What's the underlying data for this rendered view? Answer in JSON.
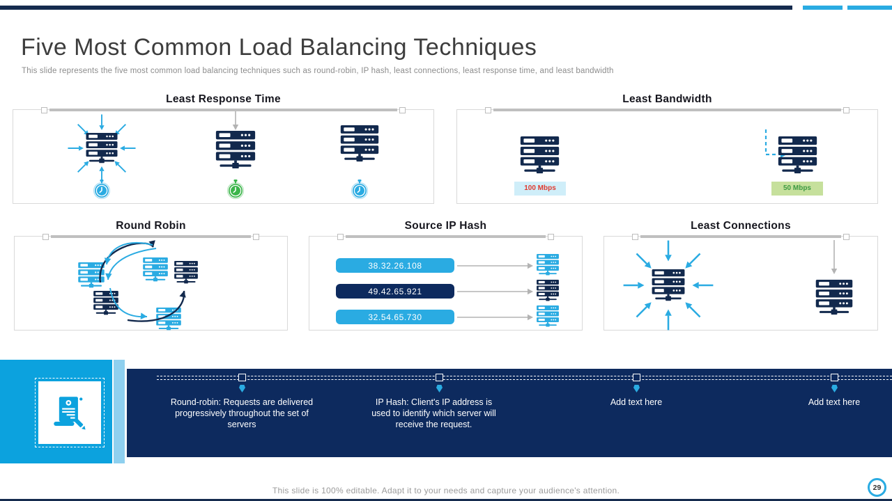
{
  "slide": {
    "title": "Five Most Common Load Balancing Techniques",
    "subtitle": "This slide represents the five most common load balancing techniques such as round-robin, IP hash, least connections, least response time, and least bandwidth",
    "footer": "This slide is 100% editable. Adapt it to your needs and capture your audience's attention.",
    "page_number": "29"
  },
  "colors": {
    "navy": "#12294d",
    "cyan": "#2aabe2",
    "green": "#3bb54a",
    "band_navy": "#0d2a5e",
    "block_cyan": "#0ca2de",
    "strip_blue": "#8fd0ef",
    "topbar_navy": "#152b4e",
    "red": "#e03a2f",
    "green_text": "#3d9a43",
    "label_cyan_bg": "#cfeef9",
    "label_green_bg": "#c6e09c",
    "gray": "#b3b3b3",
    "deco_gray": "#bfbfbf",
    "panel_border": "#d9d9d9",
    "title_color": "#3d3d3d",
    "subtitle_color": "#8c8c8c",
    "panel_title_color": "#16161e",
    "footer_color": "#9b9b9b"
  },
  "icons": [
    "server-icon",
    "stopwatch-icon",
    "converging-arrows-icon",
    "down-arrow-icon",
    "dashed-elbow-arrow-icon",
    "curved-arrows-icon",
    "right-arrow-icon",
    "document-pen-icon",
    "timeline-pin-icon"
  ],
  "panels": {
    "least_response_time": {
      "title": "Least Response Time"
    },
    "least_bandwidth": {
      "title": "Least Bandwidth",
      "label_left": "100 Mbps",
      "label_right": "50 Mbps"
    },
    "round_robin": {
      "title": "Round Robin"
    },
    "source_ip_hash": {
      "title": "Source IP Hash",
      "ips": [
        "38.32.26.108",
        "49.42.65.921",
        "32.54.65.730"
      ]
    },
    "least_connections": {
      "title": "Least Connections"
    }
  },
  "callouts": [
    {
      "text": "Round-robin: Requests are delivered progressively throughout the set of servers"
    },
    {
      "text": "IP Hash: Client's IP address is used to identify which server will receive the request."
    },
    {
      "text": "Add text here"
    },
    {
      "text": "Add text here"
    }
  ]
}
